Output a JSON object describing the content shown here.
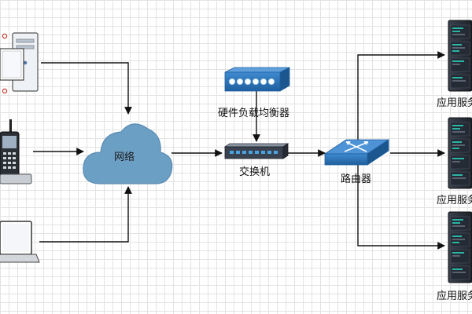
{
  "nodes": {
    "cloud": {
      "label": "网络",
      "icon": "cloud-icon"
    },
    "load_balancer": {
      "label": "硬件负载均衡器",
      "icon": "load-balancer-icon"
    },
    "switch": {
      "label": "交换机",
      "icon": "network-switch-icon"
    },
    "router": {
      "label": "路由器",
      "icon": "router-icon"
    },
    "servers": [
      {
        "label": "应用服务",
        "icon": "rack-server-icon"
      },
      {
        "label": "应用服务",
        "icon": "rack-server-icon"
      },
      {
        "label": "应用服务",
        "icon": "rack-server-icon"
      }
    ],
    "clients": [
      {
        "icon": "desktop-pc-icon"
      },
      {
        "icon": "mobile-phone-icon"
      },
      {
        "icon": "laptop-icon"
      }
    ]
  },
  "colors": {
    "cloud_fill": "#6c9fc4",
    "device_blue": "#2d73b6",
    "server_dark": "#2e3440",
    "server_accent": "#2bb5a5",
    "arrow": "#111111"
  }
}
